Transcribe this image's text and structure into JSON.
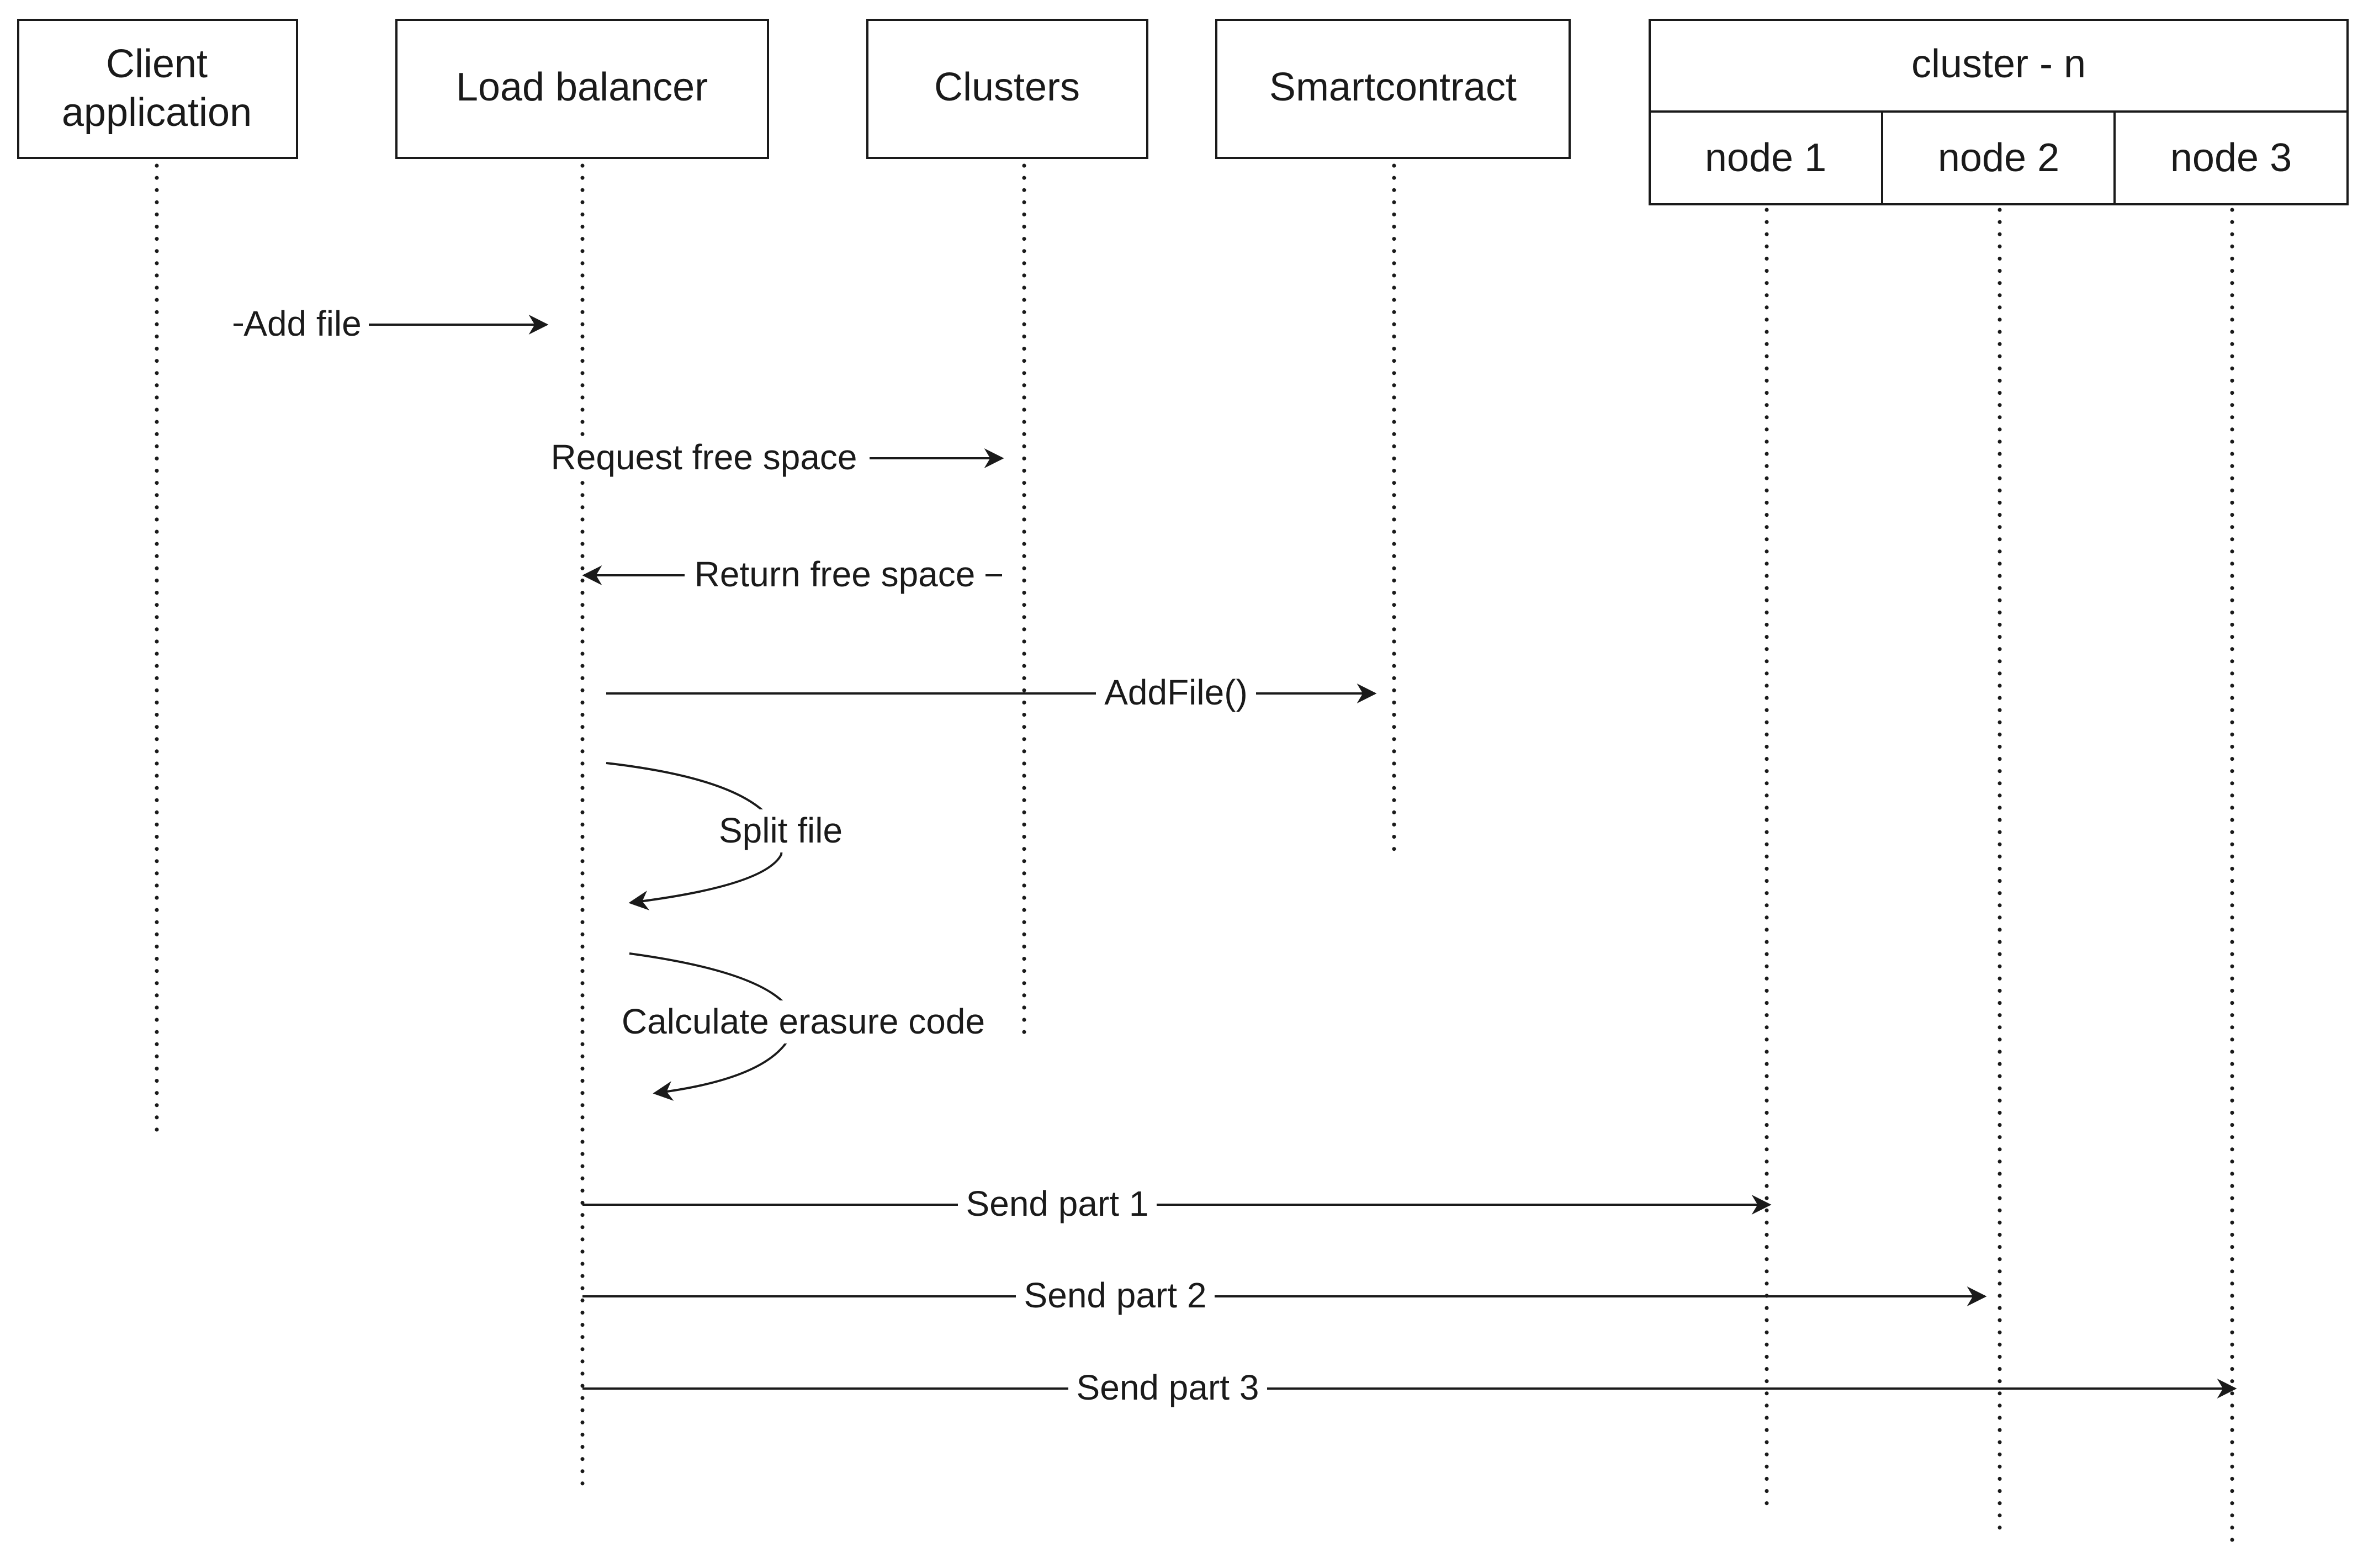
{
  "participants": {
    "client": {
      "label_line1": "Client",
      "label_line2": "application"
    },
    "load_balancer": {
      "label": "Load balancer"
    },
    "clusters": {
      "label": "Clusters"
    },
    "smartcontract": {
      "label": "Smartcontract"
    },
    "cluster_group": {
      "label": "cluster - n",
      "nodes": [
        "node 1",
        "node 2",
        "node 3"
      ]
    }
  },
  "messages": [
    {
      "from": "client",
      "to": "load_balancer",
      "label": "Add file"
    },
    {
      "from": "load_balancer",
      "to": "clusters",
      "label": "Request free space"
    },
    {
      "from": "clusters",
      "to": "load_balancer",
      "label": "Return free space"
    },
    {
      "from": "load_balancer",
      "to": "smartcontract",
      "label": "AddFile()"
    },
    {
      "from": "load_balancer",
      "to": "load_balancer",
      "label": "Split file"
    },
    {
      "from": "load_balancer",
      "to": "load_balancer",
      "label": "Calculate erasure code"
    },
    {
      "from": "load_balancer",
      "to": "node 1",
      "label": "Send part 1"
    },
    {
      "from": "load_balancer",
      "to": "node 2",
      "label": "Send part 2"
    },
    {
      "from": "load_balancer",
      "to": "node 3",
      "label": "Send part 3"
    }
  ]
}
